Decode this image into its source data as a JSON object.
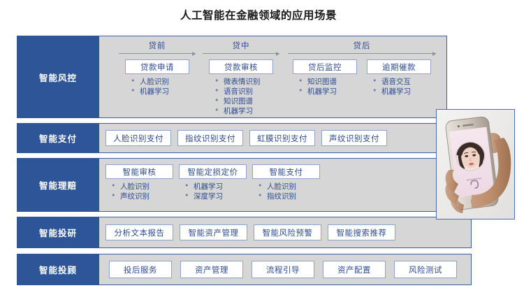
{
  "title": "人工智能在金融领域的应用场景",
  "colors": {
    "brand_blue": "#2E5597",
    "panel_gray": "#D6D6D6",
    "text_blue": "#2E4B8C",
    "chip_border": "#8EA4CC"
  },
  "rows": [
    {
      "label": "智能风控",
      "type": "phases",
      "phases": [
        {
          "title": "贷前",
          "columns": [
            {
              "chip": "贷款申请",
              "bullets": [
                "人脸识别",
                "机器学习"
              ]
            }
          ]
        },
        {
          "title": "贷中",
          "columns": [
            {
              "chip": "贷款审核",
              "bullets": [
                "微表情识别",
                "语音识别",
                "知识图谱",
                "机器学习"
              ]
            }
          ]
        },
        {
          "title": "贷后",
          "columns": [
            {
              "chip": "贷后监控",
              "bullets": [
                "知识图谱",
                "机器学习"
              ]
            },
            {
              "chip": "逾期催款",
              "bullets": [
                "语音交互",
                "机器学习"
              ]
            }
          ]
        }
      ]
    },
    {
      "label": "智能支付",
      "type": "chips",
      "chips": [
        "人脸识别支付",
        "指纹识别支付",
        "虹膜识别支付",
        "声纹识别支付"
      ]
    },
    {
      "label": "智能理赔",
      "type": "claim",
      "columns": [
        {
          "chip": "智能审核",
          "bullets": [
            "人脸识别",
            "声纹识别"
          ]
        },
        {
          "chip": "智能定损定价",
          "bullets": [
            "机器学习",
            "深度学习"
          ]
        },
        {
          "chip": "智能支付",
          "bullets": [
            "人脸识别",
            "指纹识别"
          ]
        }
      ]
    },
    {
      "label": "智能投研",
      "type": "chips",
      "chips": [
        "分析文本报告",
        "智能资产管理",
        "智能风险预警",
        "智能搜索推荐"
      ]
    },
    {
      "label": "智能投顾",
      "type": "chips",
      "chips": [
        "投后服务",
        "资产管理",
        "流程引导",
        "资产配置",
        "风险测试"
      ]
    }
  ],
  "photo": {
    "alt": "手持智能手机进行人脸识别的照片"
  }
}
